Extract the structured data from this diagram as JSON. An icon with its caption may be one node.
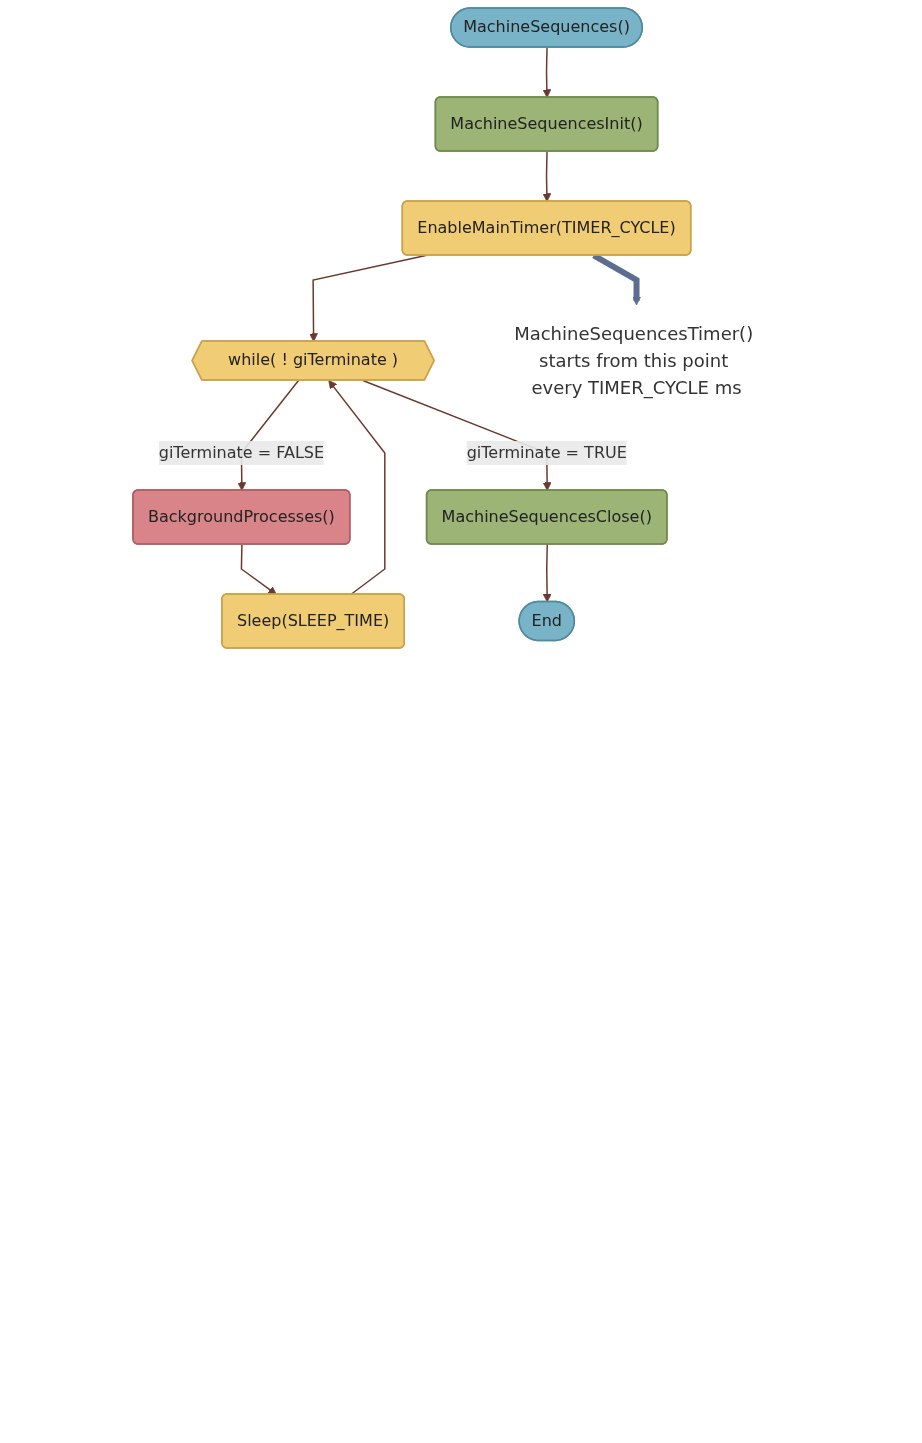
{
  "diagram": {
    "nodes": [
      {
        "text": [
          "MachineSequences()"
        ]
      },
      {
        "text": [
          "MachineSequencesInit()"
        ]
      },
      {
        "text": [
          "EnableMainTimer(TIMER_CYCLE)"
        ]
      },
      {
        "text": [
          "while( ! giTerminate )"
        ]
      },
      {
        "text": [
          "BackgroundProcesses()"
        ]
      },
      {
        "text": [
          "Sleep(SLEEP_TIME)"
        ]
      },
      {
        "text": [
          "MachineSequencesClose()"
        ]
      },
      {
        "text": [
          "End"
        ]
      },
      {
        "text": [
          "MachineSequencesTimer() starts from this point every TIMER_CYCLE ms"
        ]
      }
    ],
    "edges": [
      {
        "from": 0,
        "to": 1,
        "arrow": "to"
      },
      {
        "from": 1,
        "to": 2,
        "arrow": "to"
      },
      {
        "from": 2,
        "to": 3,
        "arrow": "to"
      },
      {
        "from": 3,
        "to": 4,
        "arrow": "to",
        "label": "giTerminate = FALSE"
      },
      {
        "from": 4,
        "to": 5,
        "arrow": "to"
      },
      {
        "from": 5,
        "to": 3,
        "arrow": "to"
      },
      {
        "from": 3,
        "to": 6,
        "arrow": "to",
        "label": "giTerminate = TRUE"
      },
      {
        "from": 6,
        "to": 7,
        "arrow": "to"
      },
      {
        "from": 2,
        "to": 8,
        "arrow": "to",
        "style": "thick",
        "color": "#5b6e91"
      }
    ]
  }
}
